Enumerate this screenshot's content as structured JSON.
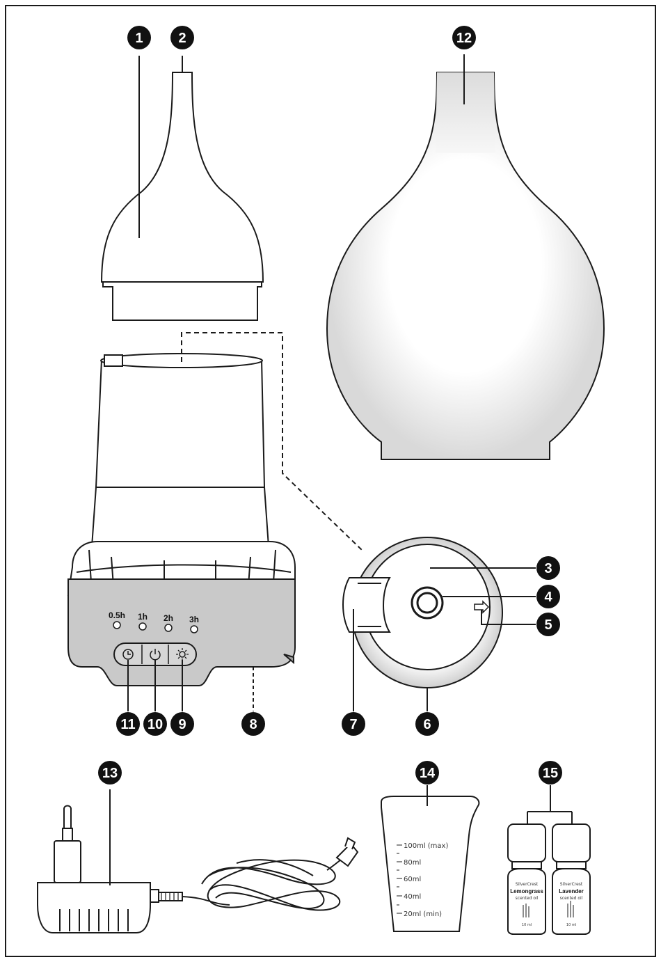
{
  "callouts": {
    "c1": "1",
    "c2": "2",
    "c3": "3",
    "c4": "4",
    "c5": "5",
    "c6": "6",
    "c7": "7",
    "c8": "8",
    "c9": "9",
    "c10": "10",
    "c11": "11",
    "c12": "12",
    "c13": "13",
    "c14": "14",
    "c15": "15"
  },
  "timer_labels": [
    "0.5h",
    "1h",
    "2h",
    "3h"
  ],
  "cup_scale": [
    "100ml (max)",
    "80ml",
    "60ml",
    "40ml",
    "20ml (min)"
  ],
  "bottles": [
    {
      "brand": "SilverCrest",
      "name": "Lemongrass",
      "type": "scented oil",
      "volume": "10 ml"
    },
    {
      "brand": "SilverCrest",
      "name": "Lavender",
      "type": "scented oil",
      "volume": "10 ml"
    }
  ],
  "colors": {
    "outline": "#1a1a1a",
    "callout": "#111111",
    "base_gray": "#c8c8c8",
    "glass_gray": "#e6e6e6"
  }
}
